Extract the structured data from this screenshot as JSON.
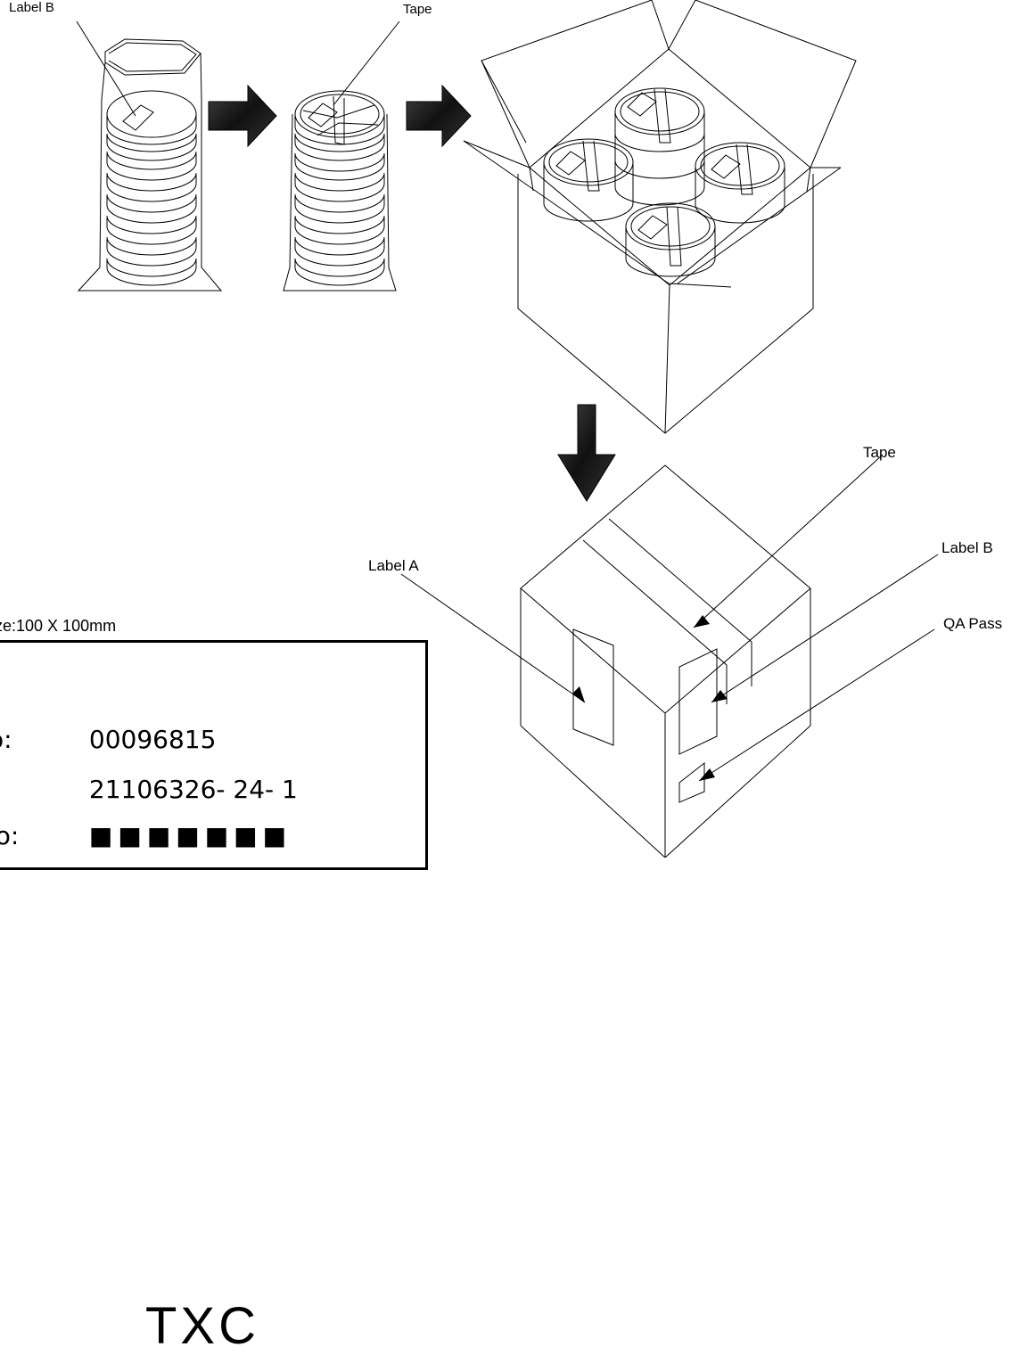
{
  "callouts": {
    "label_b_top": "Label B",
    "tape_top": "Tape",
    "tape_box": "Tape",
    "label_b_box": "Label B",
    "label_a": "Label A",
    "qa_pass": "QA Pass"
  },
  "label_card": {
    "size_caption": "ze:100 X 100mm",
    "brand": "TXC",
    "rows": [
      {
        "key": "o:",
        "value": "00096815"
      },
      {
        "key": ":",
        "value": "21106326-  24-  1"
      },
      {
        "key": "lo:",
        "value": "■■■■■■■"
      }
    ]
  },
  "colors": {
    "line": "#000000",
    "background": "#ffffff",
    "arrow_fill": "#1a1a1a"
  }
}
